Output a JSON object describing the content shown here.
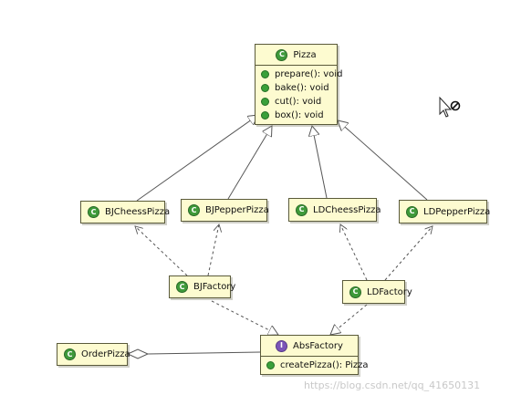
{
  "diagram": {
    "nodes": {
      "pizza": {
        "name": "Pizza",
        "stereotype": "C",
        "methods": [
          "prepare(): void",
          "bake(): void",
          "cut(): void",
          "box(): void"
        ]
      },
      "bjCheessPizza": {
        "name": "BJCheessPizza",
        "stereotype": "C"
      },
      "bjPepperPizza": {
        "name": "BJPepperPizza",
        "stereotype": "C"
      },
      "ldCheessPizza": {
        "name": "LDCheessPizza",
        "stereotype": "C"
      },
      "ldPepperPizza": {
        "name": "LDPepperPizza",
        "stereotype": "C"
      },
      "bjFactory": {
        "name": "BJFactory",
        "stereotype": "C"
      },
      "ldFactory": {
        "name": "LDFactory",
        "stereotype": "C"
      },
      "absFactory": {
        "name": "AbsFactory",
        "stereotype": "I",
        "methods": [
          "createPizza(): Pizza"
        ]
      },
      "orderPizza": {
        "name": "OrderPizza",
        "stereotype": "C"
      }
    },
    "relations": [
      {
        "from": "bjCheessPizza",
        "to": "pizza",
        "kind": "generalization"
      },
      {
        "from": "bjPepperPizza",
        "to": "pizza",
        "kind": "generalization"
      },
      {
        "from": "ldCheessPizza",
        "to": "pizza",
        "kind": "generalization"
      },
      {
        "from": "ldPepperPizza",
        "to": "pizza",
        "kind": "generalization"
      },
      {
        "from": "bjFactory",
        "to": "bjCheessPizza",
        "kind": "dependency"
      },
      {
        "from": "bjFactory",
        "to": "bjPepperPizza",
        "kind": "dependency"
      },
      {
        "from": "ldFactory",
        "to": "ldCheessPizza",
        "kind": "dependency"
      },
      {
        "from": "ldFactory",
        "to": "ldPepperPizza",
        "kind": "dependency"
      },
      {
        "from": "bjFactory",
        "to": "absFactory",
        "kind": "realization"
      },
      {
        "from": "ldFactory",
        "to": "absFactory",
        "kind": "realization"
      },
      {
        "from": "orderPizza",
        "to": "absFactory",
        "kind": "aggregation"
      }
    ],
    "cursor_icon": "not-allowed-cursor-icon"
  },
  "watermark": "https://blog.csdn.net/qq_41650131",
  "colors": {
    "node_fill": "#fdfbd0",
    "node_border": "#5a5a3a",
    "class_icon": "#3f9a3a",
    "interface_icon": "#7b55b8",
    "method_icon": "#3aa03a",
    "edge": "#555555"
  }
}
